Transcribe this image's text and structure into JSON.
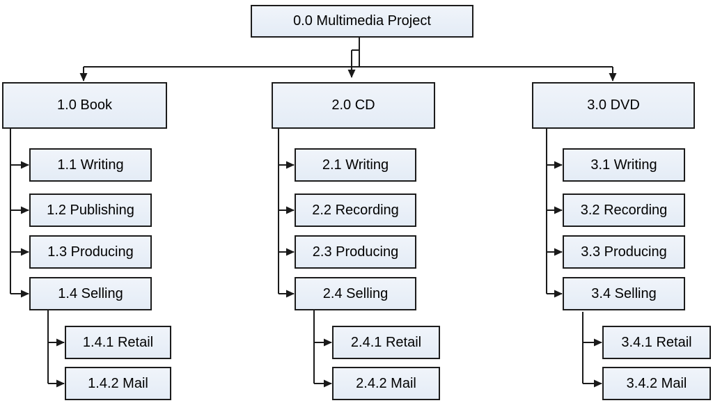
{
  "colors": {
    "background": "#ffffff",
    "node_fill_top": "#f0f4fa",
    "node_fill_bottom": "#e4ecf6",
    "node_border": "#1c1c1c",
    "connector": "#1a1a1a",
    "text": "#000000"
  },
  "diagram": {
    "type": "work-breakdown-structure",
    "root": "0.0 Multimedia Project",
    "branches": [
      {
        "title": "1.0 Book",
        "tasks": [
          "1.1 Writing",
          "1.2 Publishing",
          "1.3 Producing",
          "1.4 Selling"
        ],
        "subtasks": [
          "1.4.1 Retail",
          "1.4.2 Mail"
        ]
      },
      {
        "title": "2.0 CD",
        "tasks": [
          "2.1 Writing",
          "2.2 Recording",
          "2.3 Producing",
          "2.4 Selling"
        ],
        "subtasks": [
          "2.4.1 Retail",
          "2.4.2 Mail"
        ]
      },
      {
        "title": "3.0 DVD",
        "tasks": [
          "3.1 Writing",
          "3.2 Recording",
          "3.3 Producing",
          "3.4 Selling"
        ],
        "subtasks": [
          "3.4.1 Retail",
          "3.4.2 Mail"
        ]
      }
    ]
  }
}
